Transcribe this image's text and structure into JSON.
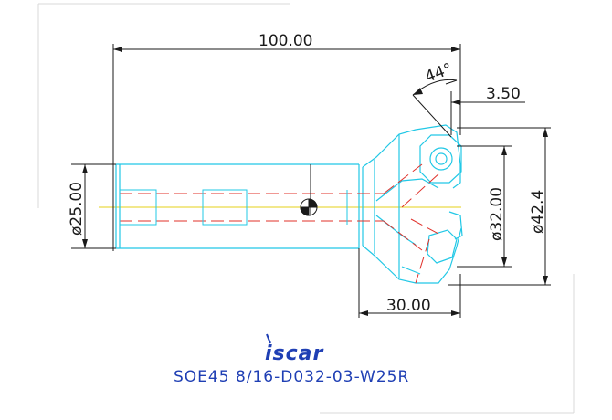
{
  "drawing": {
    "dimensions": {
      "overall_length": "100.00",
      "angle": "44°",
      "offset": "3.50",
      "shank_diameter": "ø25.00",
      "cut_diameter": "ø32.00",
      "outer_diameter": "ø42.4",
      "head_length": "30.00"
    },
    "brand_logo": "iscar",
    "part_number": "SOE45 8/16-D032-03-W25R"
  },
  "colors": {
    "line": "#1a1a1a",
    "tool_outline": "#22c8e6",
    "hidden_line": "#e0302a",
    "centerline": "#e6d21a",
    "logo": "#1f3fb4",
    "part_number": "#1f3fb4"
  }
}
